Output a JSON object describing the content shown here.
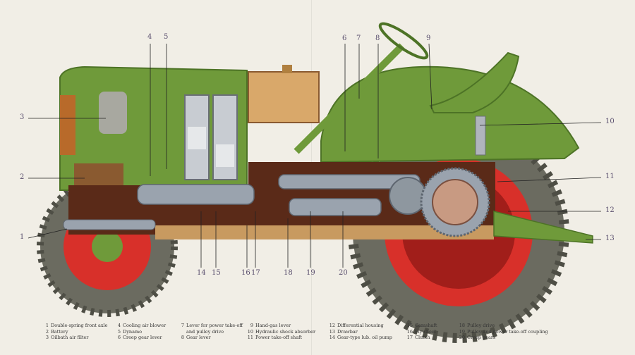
{
  "callouts_top": [
    {
      "num": "4"
    },
    {
      "num": "5"
    },
    {
      "num": "6"
    },
    {
      "num": "7"
    },
    {
      "num": "8"
    },
    {
      "num": "9"
    }
  ],
  "callouts_left": [
    {
      "num": "3"
    },
    {
      "num": "2"
    },
    {
      "num": "1"
    }
  ],
  "callouts_right": [
    {
      "num": "10"
    },
    {
      "num": "11"
    },
    {
      "num": "12"
    },
    {
      "num": "13"
    }
  ],
  "callouts_bottom": [
    {
      "num": "14"
    },
    {
      "num": "15"
    },
    {
      "num": "16"
    },
    {
      "num": "17"
    },
    {
      "num": "18"
    },
    {
      "num": "19"
    },
    {
      "num": "20"
    }
  ],
  "legend": [
    [
      {
        "n": "1",
        "label": "Double-spring front axle"
      },
      {
        "n": "2",
        "label": "Battery"
      },
      {
        "n": "3",
        "label": "Oilbath air filter"
      }
    ],
    [
      {
        "n": "4",
        "label": "Cooling air blower"
      },
      {
        "n": "5",
        "label": "Dynamo"
      },
      {
        "n": "6",
        "label": "Creep gear lever"
      }
    ],
    [
      {
        "n": "7",
        "label": "Lever for power take-off"
      },
      {
        "n": "",
        "label": "and pulley drive"
      },
      {
        "n": "8",
        "label": "Gear lever"
      }
    ],
    [
      {
        "n": "9",
        "label": "Hand-gas lever"
      },
      {
        "n": "10",
        "label": "Hydraulic shock absorber"
      },
      {
        "n": "11",
        "label": "Power take-off shaft"
      }
    ],
    [
      {
        "n": "12",
        "label": "Differential housing"
      },
      {
        "n": "13",
        "label": "Drawbar"
      },
      {
        "n": "14",
        "label": "Gear-type lub. oil pump"
      }
    ],
    [
      {
        "n": "15",
        "label": "Camshaft"
      },
      {
        "n": "16",
        "label": "Flywheel"
      },
      {
        "n": "17",
        "label": "Clutch"
      }
    ],
    [
      {
        "n": "18",
        "label": "Pulley drive"
      },
      {
        "n": "19",
        "label": "Pulley and power take-off coupling"
      },
      {
        "n": "20",
        "label": "Creep gears"
      }
    ]
  ],
  "colors": {
    "body_green": "#6f9a3a",
    "dark_green": "#4d7326",
    "tyre": "#6b6b60",
    "rim_red": "#d8302a",
    "engine_steel": "#9aa3ae",
    "crankcase_brown": "#5a2a18",
    "tank_tan": "#d9a86a",
    "callout_ink": "#5a4f6e"
  }
}
